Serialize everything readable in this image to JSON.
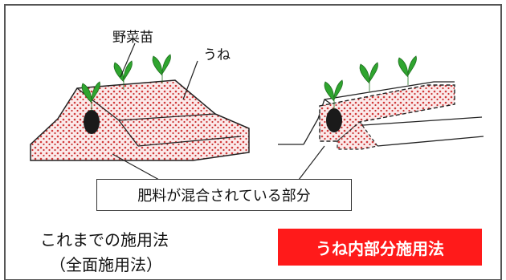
{
  "labels": {
    "seedling": "野菜苗",
    "ridge": "うね",
    "fertilizer_mixed": "肥料が混合されている部分"
  },
  "methods": {
    "conventional_title": "これまでの施用法",
    "conventional_subtitle": "（全面施用法）",
    "new_method": "うね内部分施用法"
  },
  "colors": {
    "soil_dot": "#d23a3a",
    "leaf": "#2fa52f",
    "root": "#1a1a1a",
    "badge": "#ff1a1a"
  }
}
